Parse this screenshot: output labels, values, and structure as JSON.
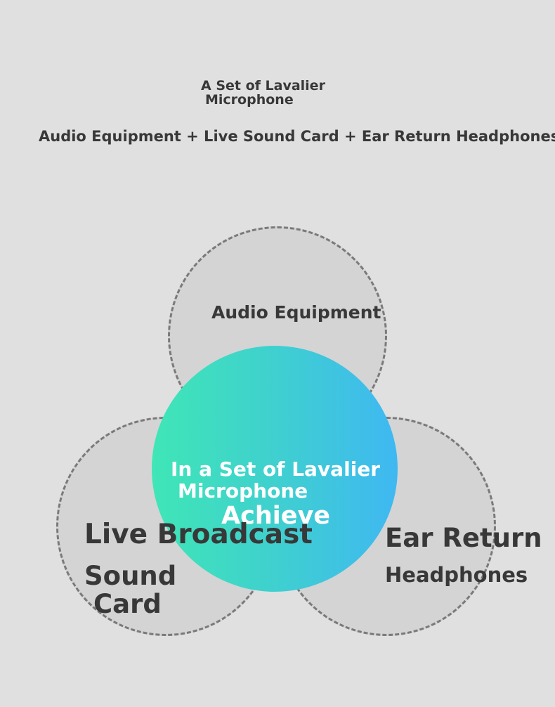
{
  "header": {
    "title_line1": "A Set of Lavalier",
    "title_line2": "Microphone",
    "equation": "Audio Equipment + Live Sound Card + Ear Return Headphones"
  },
  "diagram": {
    "top_circle": "Audio Equipment",
    "center_line1": "In a Set of Lavalier",
    "center_line2": "Microphone",
    "center_achieve": "Achieve",
    "left_line1": "Live Broadcast",
    "left_line2": "Sound",
    "left_line3": "Card",
    "right_line1": "Ear Return",
    "right_line2": "Headphones"
  },
  "colors": {
    "background": "#e0e0e0",
    "circle_fill": "#d4d4d4",
    "dash": "#7a7a7a",
    "gradient_start": "#3fe6b6",
    "gradient_end": "#3fb8f2"
  }
}
